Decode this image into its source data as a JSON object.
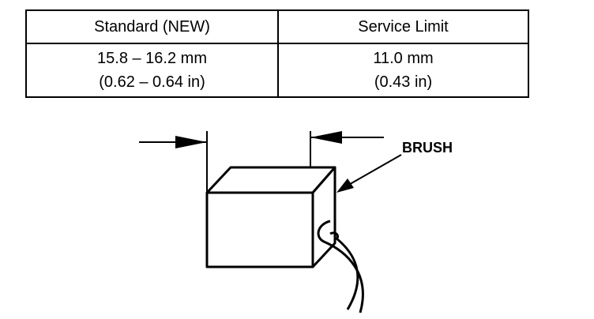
{
  "table": {
    "headers": [
      "Standard (NEW)",
      "Service Limit"
    ],
    "standard": {
      "mm": "15.8 – 16.2 mm",
      "in": "(0.62 – 0.64 in)"
    },
    "limit": {
      "mm": "11.0 mm",
      "in": "(0.43 in)"
    }
  },
  "diagram": {
    "callout": "BRUSH"
  }
}
